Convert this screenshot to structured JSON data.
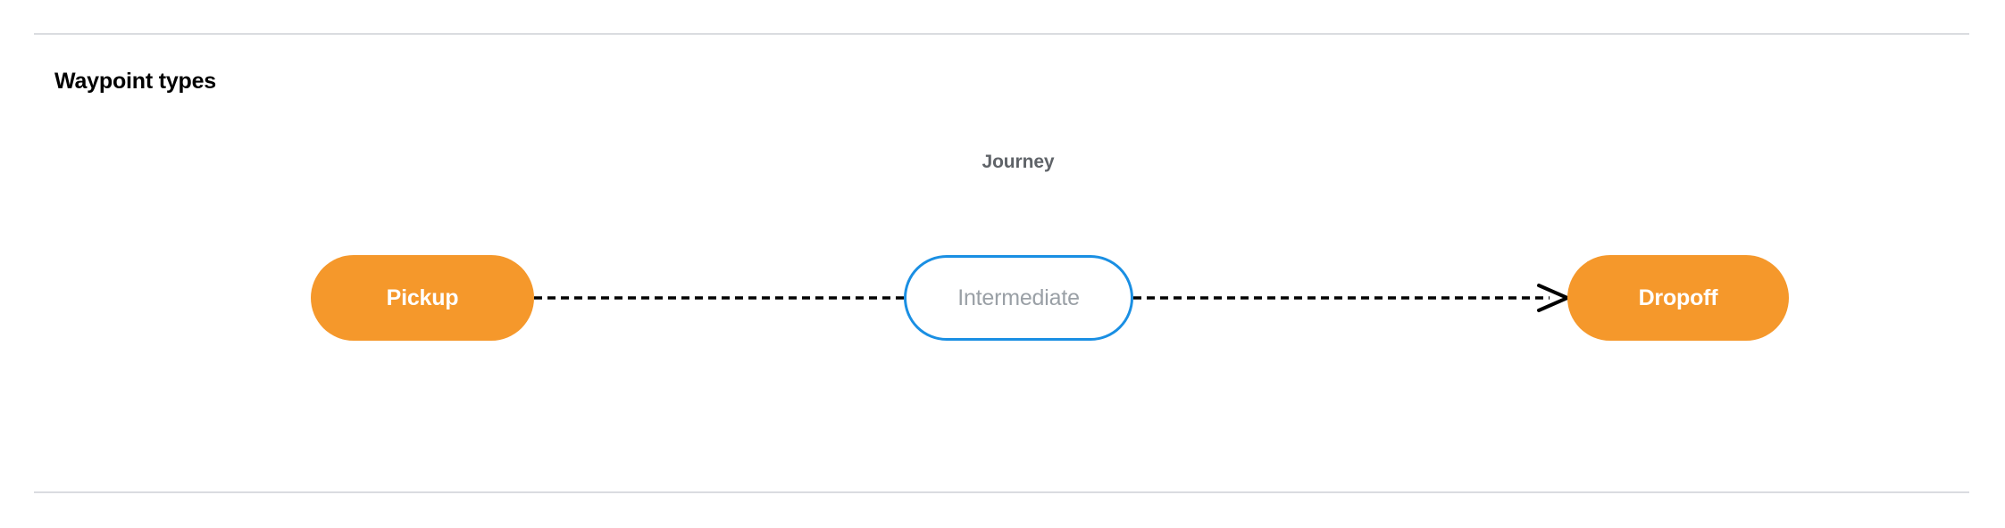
{
  "section": {
    "title": "Waypoint types"
  },
  "diagram": {
    "group_label": "Journey",
    "nodes": [
      {
        "id": "pickup",
        "label": "Pickup",
        "style": "filled",
        "fill_color": "#f5982b",
        "text_color": "#ffffff"
      },
      {
        "id": "intermediate",
        "label": "Intermediate",
        "style": "outlined",
        "fill_color": "#ffffff",
        "border_color": "#1a8fe3",
        "text_color": "#9aa0a6"
      },
      {
        "id": "dropoff",
        "label": "Dropoff",
        "style": "filled",
        "fill_color": "#f5982b",
        "text_color": "#ffffff"
      }
    ],
    "connectors": [
      {
        "from": "pickup",
        "to": "intermediate",
        "line_style": "dashed",
        "arrowhead": false,
        "color": "#000000"
      },
      {
        "from": "intermediate",
        "to": "dropoff",
        "line_style": "dashed",
        "arrowhead": true,
        "color": "#000000"
      }
    ]
  },
  "theme": {
    "background": "#ffffff",
    "divider_color": "#dadce0",
    "title_color": "#000000",
    "group_label_color": "#5f6368",
    "accent_orange": "#f5982b",
    "accent_blue": "#1a8fe3"
  }
}
